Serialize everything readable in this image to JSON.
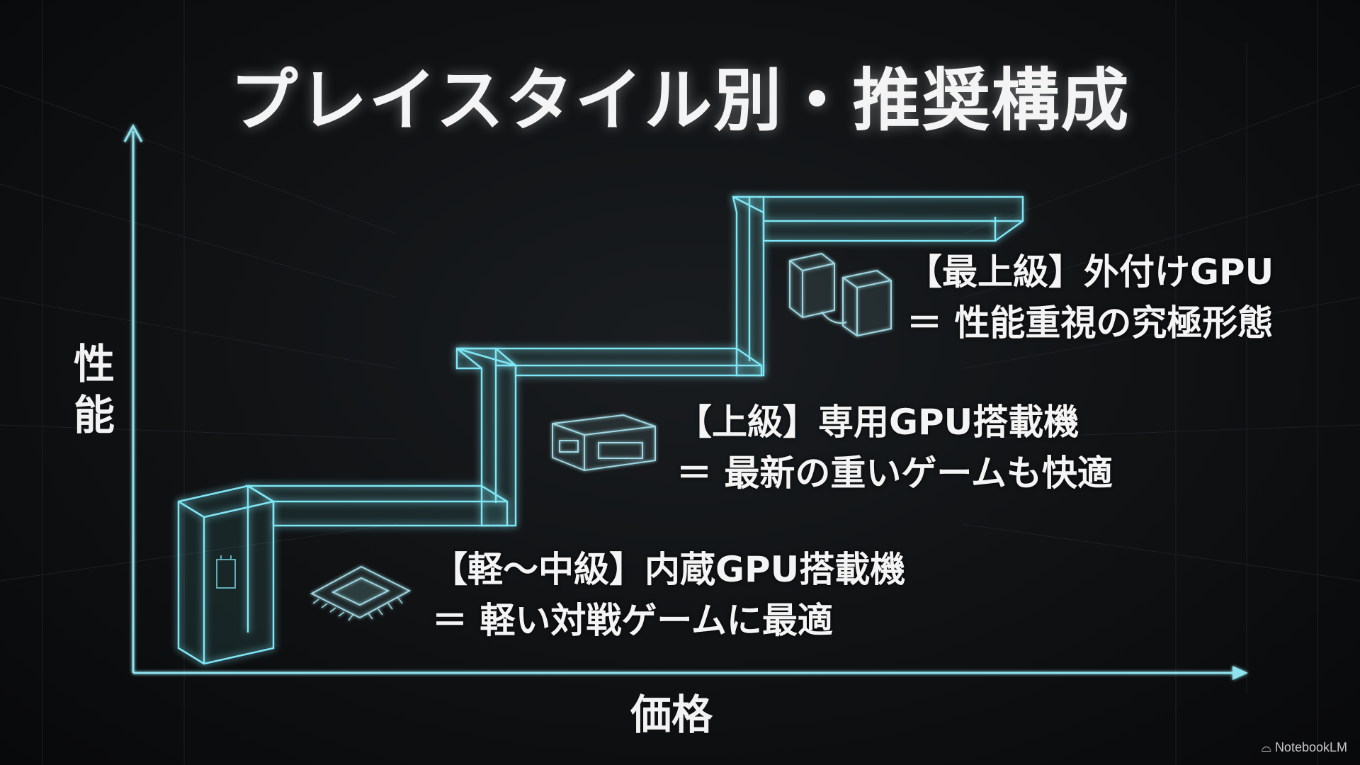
{
  "title": "プレイスタイル別・推奨構成",
  "axes": {
    "y_label_chars": [
      "性",
      "能"
    ],
    "x_label": "価格"
  },
  "tiers": [
    {
      "level": "high",
      "line1": "【最上級】外付けGPU",
      "line2": "＝ 性能重視の究極形態",
      "icon": "external-gpu-boxes-icon"
    },
    {
      "level": "mid",
      "line1": "【上級】専用GPU搭載機",
      "line2": "＝ 最新の重いゲームも快適",
      "icon": "mini-pc-icon"
    },
    {
      "level": "low",
      "line1": "【軽～中級】内蔵GPU搭載機",
      "line2": "＝ 軽い対戦ゲームに最適",
      "icon": "cpu-chip-icon"
    }
  ],
  "watermark": "NotebookLM",
  "colors": {
    "glow": "#7fe6f5",
    "axis": "#8fe3ee",
    "text": "#f4f4f4",
    "background": "#0b0d0f"
  }
}
